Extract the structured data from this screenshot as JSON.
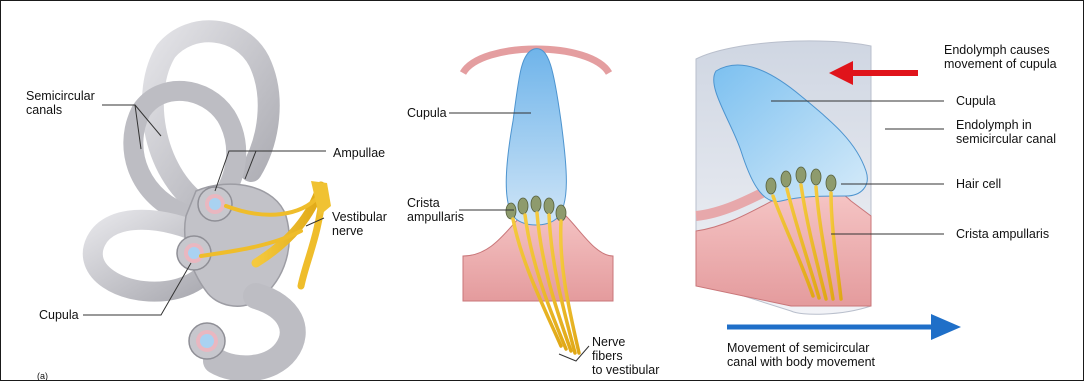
{
  "left_panel": {
    "semicircular_canals": "Semicircular\ncanals",
    "ampullae": "Ampullae",
    "vestibular_nerve": "Vestibular\nnerve",
    "cupula": "Cupula",
    "corner_mark": "(a)"
  },
  "middle_panel": {
    "cupula": "Cupula",
    "crista_ampullaris": "Crista\nampullaris",
    "nerve_fibers": "Nerve\nfibers\nto vestibular"
  },
  "right_panel": {
    "endolymph_causes": "Endolymph causes\nmovement of cupula",
    "cupula": "Cupula",
    "endolymph_in_canal": "Endolymph in\nsemicircular canal",
    "hair_cell": "Hair cell",
    "crista_ampullaris": "Crista ampullaris",
    "movement_caption": "Movement of semicircular\ncanal with body movement"
  },
  "colors": {
    "canal_gray": "#c9c9cd",
    "cupula_blue": "#9cc8ec",
    "nerve_yellow": "#f2c230",
    "tissue_pink": "#f2b8b8",
    "arrow_red": "#e0141b",
    "arrow_blue": "#1f6fc8"
  }
}
